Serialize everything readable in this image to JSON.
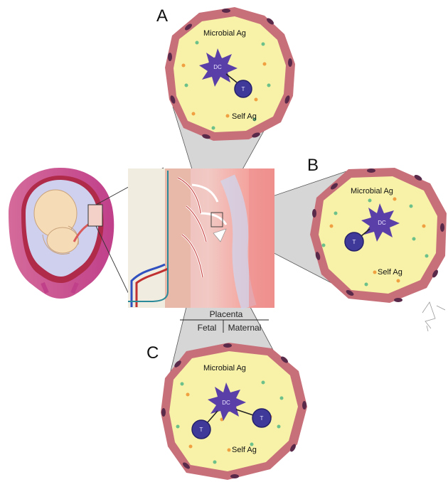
{
  "colors": {
    "tissue_border": "#c8707a",
    "tissue_fill": "#f7f2a8",
    "nucleus": "#5a2a4a",
    "dc": "#5b3fa8",
    "t_cell": "#3f3a9a",
    "microbial_ag": "#6cc08a",
    "self_ag": "#f0a040",
    "zoom_cone": "#d6d6d6",
    "uterus_outer": "#c03a8a",
    "uterus_inner": "#d0d0ec"
  },
  "panels": {
    "a": {
      "letter": "A",
      "microbial": "Microbial Ag",
      "dc": "DC",
      "t": "T",
      "self": "Self Ag"
    },
    "b": {
      "letter": "B",
      "microbial": "Microbial Ag",
      "dc": "DC",
      "t": "T",
      "self": "Self Ag"
    },
    "c": {
      "letter": "C",
      "microbial": "Microbial Ag",
      "dc": "DC",
      "t1": "T",
      "t2": "T",
      "self": "Self Ag"
    }
  },
  "placenta": {
    "title": "Placenta",
    "fetal": "Fetal",
    "maternal": "Maternal"
  }
}
